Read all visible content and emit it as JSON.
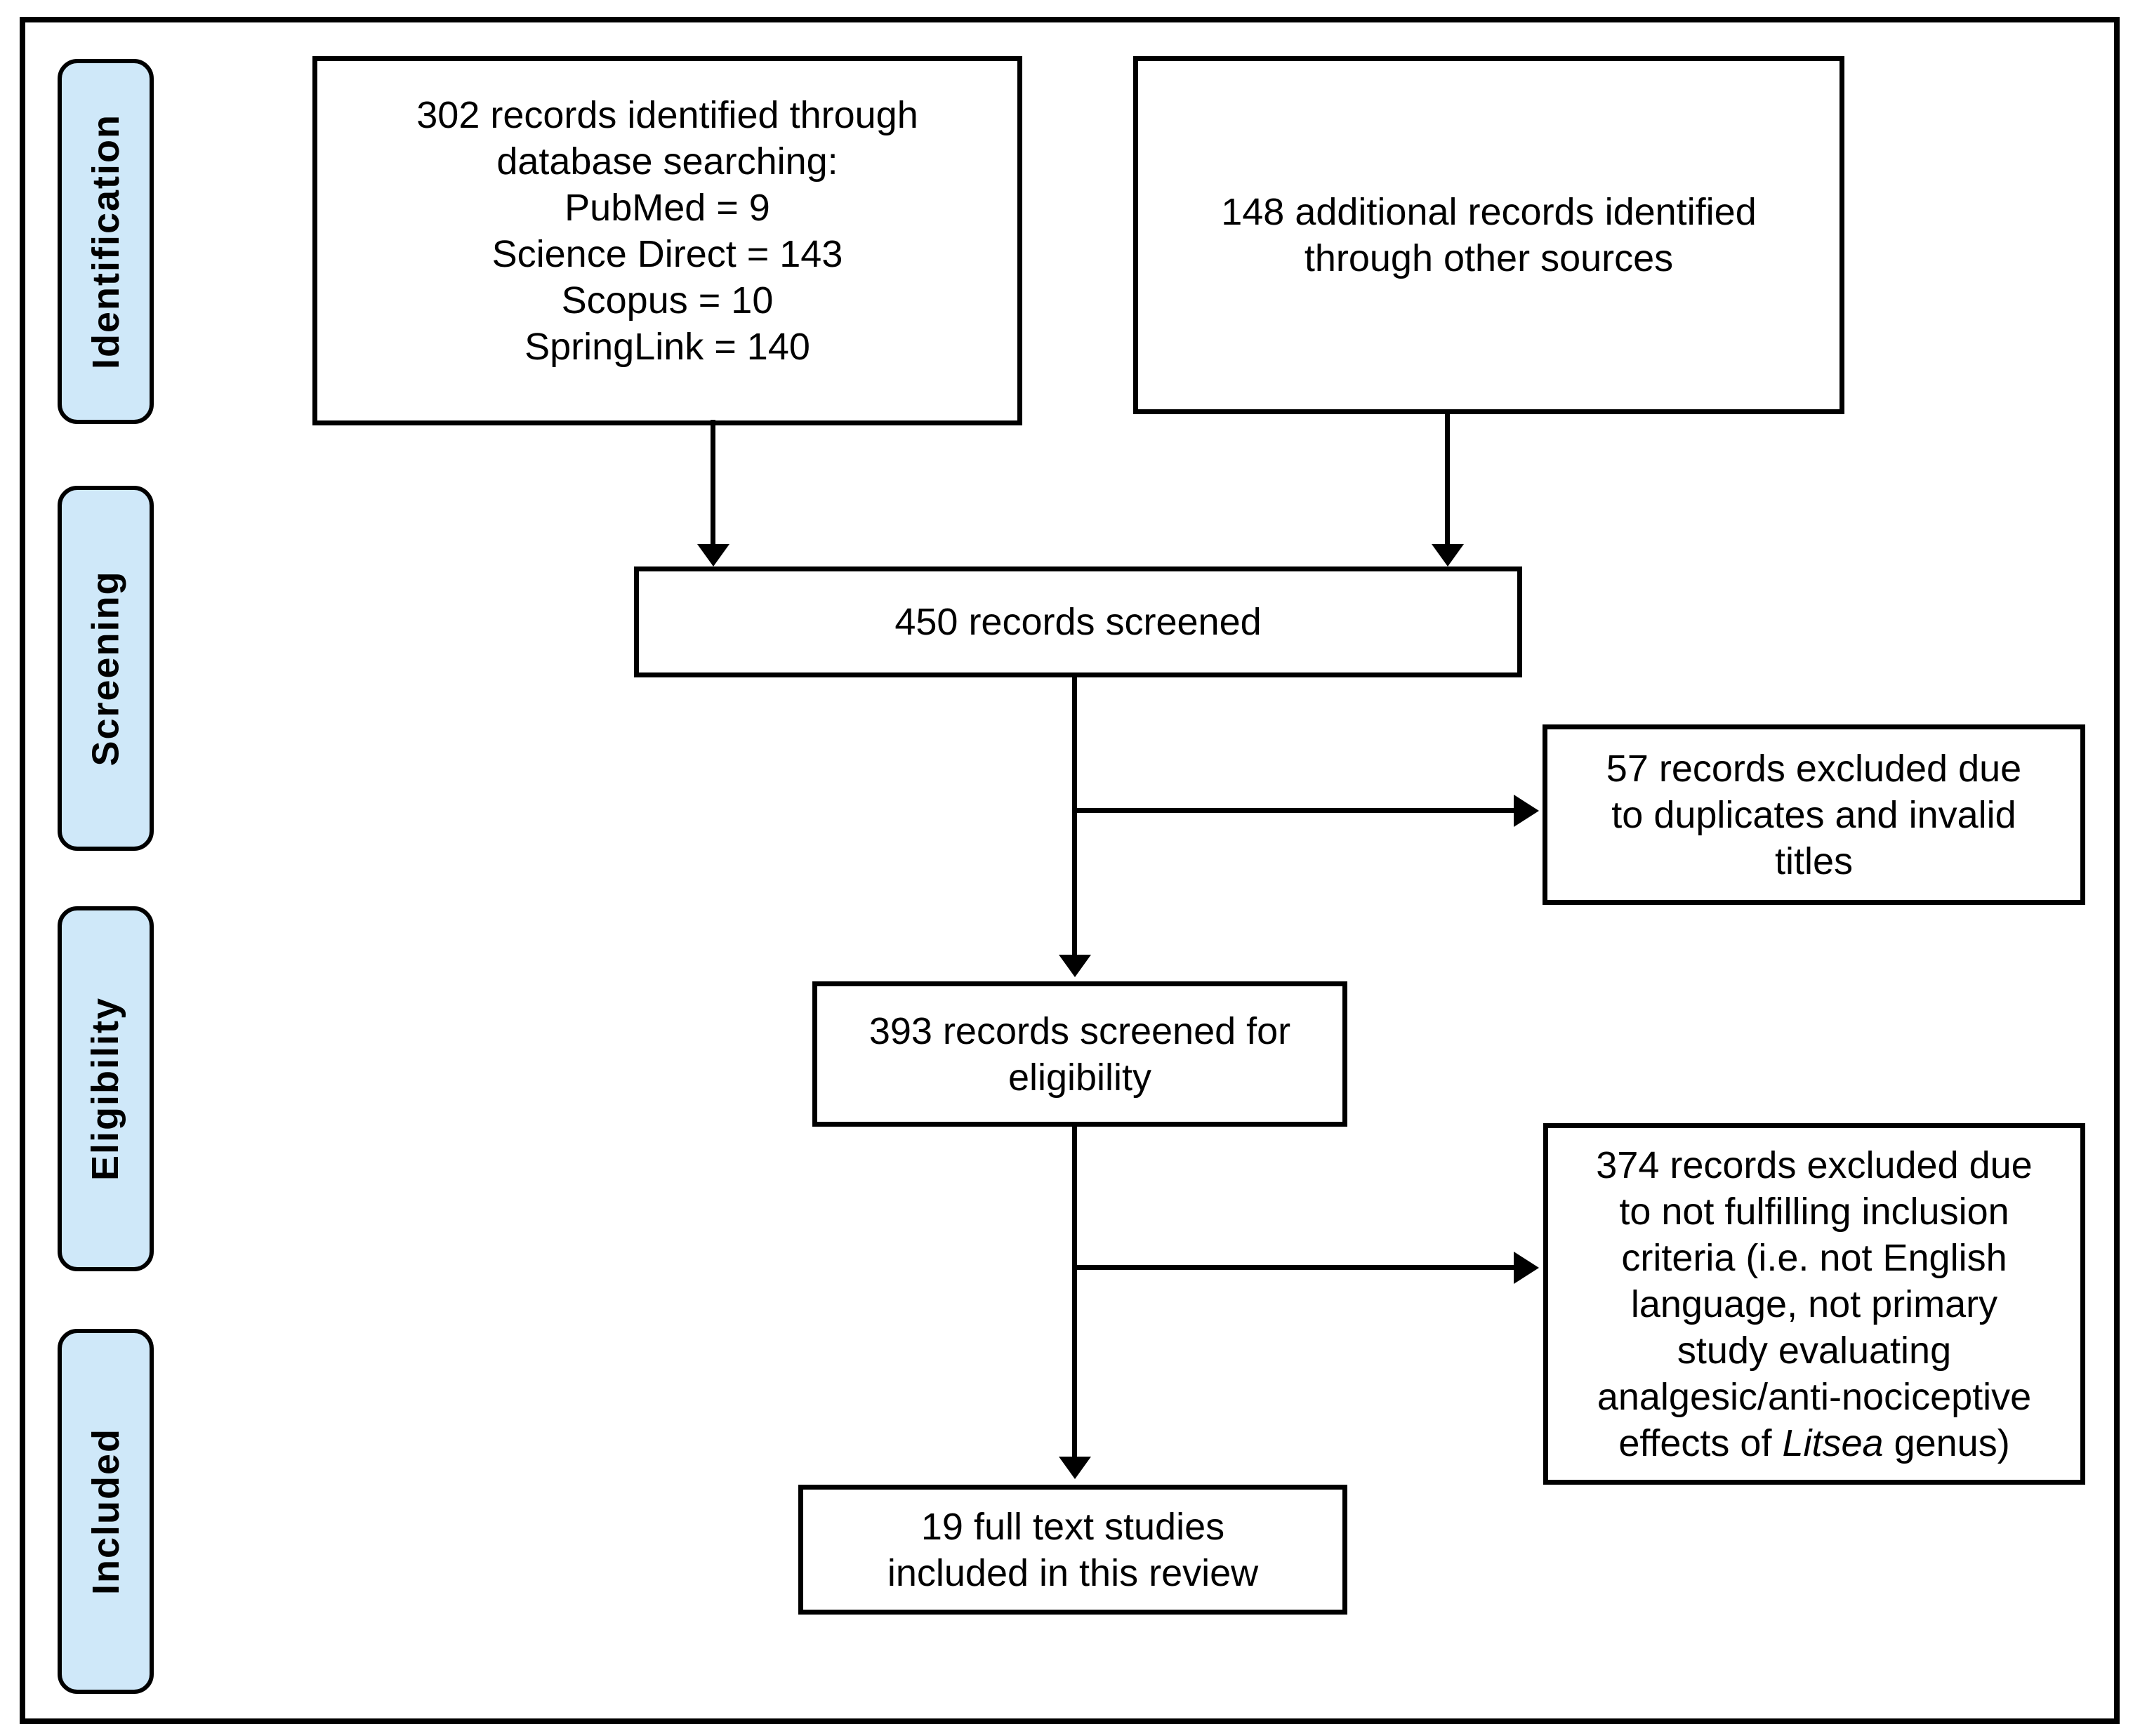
{
  "diagram": {
    "type": "prisma-flow",
    "colors": {
      "stage_fill": "#cfe8f9",
      "line_color": "#000000",
      "box_fill": "#ffffff"
    },
    "stages": {
      "identification": "Identification",
      "screening": "Screening",
      "eligibility": "Eligibility",
      "included": "Included"
    },
    "boxes": {
      "identified_db": {
        "lines": [
          "302 records identified through",
          "database searching:",
          "PubMed = 9",
          "Science Direct = 143",
          "Scopus = 10",
          "SpringLink = 140"
        ]
      },
      "additional_sources": {
        "lines": [
          "148 additional records identified",
          "through other sources"
        ]
      },
      "records_screened": {
        "lines": [
          "450 records screened"
        ]
      },
      "excluded_duplicates": {
        "lines": [
          "57 records excluded due",
          "to duplicates and invalid",
          "titles"
        ]
      },
      "screened_eligibility": {
        "lines": [
          "393 records screened for",
          "eligibility"
        ]
      },
      "excluded_criteria": {
        "lines": [
          "374 records excluded due",
          "to not fulfilling inclusion",
          "criteria (i.e. not English",
          "language, not primary",
          "study evaluating",
          "analgesic/anti-nociceptive"
        ],
        "last_line_prefix": "effects of ",
        "last_line_italic": "Litsea",
        "last_line_suffix": " genus)"
      },
      "included_review": {
        "lines": [
          "19 full text studies",
          "included in this review"
        ]
      }
    }
  }
}
